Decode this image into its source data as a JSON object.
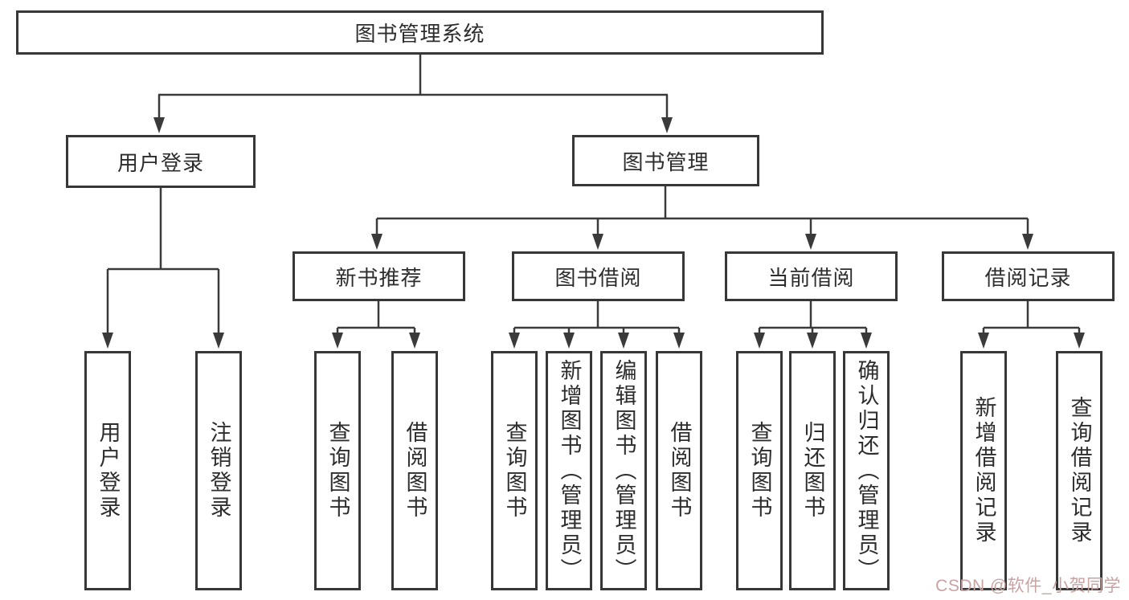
{
  "tree": {
    "label": "图书管理系统",
    "children": [
      {
        "label": "用户登录",
        "children": [
          {
            "label": "用户登录"
          },
          {
            "label": "注销登录"
          }
        ]
      },
      {
        "label": "图书管理",
        "children": [
          {
            "label": "新书推荐",
            "children": [
              {
                "label": "查询图书"
              },
              {
                "label": "借阅图书"
              }
            ]
          },
          {
            "label": "图书借阅",
            "children": [
              {
                "label": "查询图书"
              },
              {
                "label": "新增图书（管理员）"
              },
              {
                "label": "编辑图书（管理员）"
              },
              {
                "label": "借阅图书"
              }
            ]
          },
          {
            "label": "当前借阅",
            "children": [
              {
                "label": "查询图书"
              },
              {
                "label": "归还图书"
              },
              {
                "label": "确认归还（管理员）"
              }
            ]
          },
          {
            "label": "借阅记录",
            "children": [
              {
                "label": "新增借阅记录"
              },
              {
                "label": "查询借阅记录"
              }
            ]
          }
        ]
      }
    ]
  },
  "watermark": {
    "text": "CSDN @软件_小贺同学",
    "color": "#c9a2a2"
  },
  "colors": {
    "line": "#3a3a3a",
    "border": "#373737",
    "text": "#2d2d2d",
    "background": "#ffffff"
  }
}
